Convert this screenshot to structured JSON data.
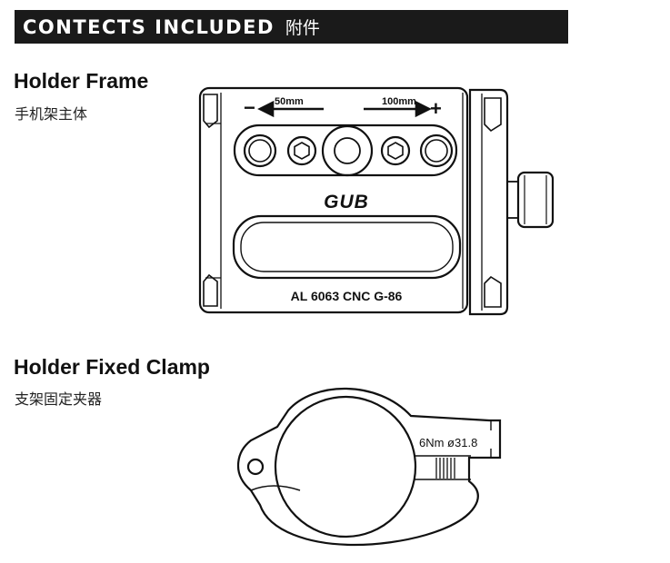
{
  "header": {
    "title": "CONTECTS INCLUDED",
    "title_cn": "附件"
  },
  "sections": {
    "holder_frame": {
      "title": "Holder Frame",
      "subtitle": "手机架主体",
      "drawing": {
        "minus_symbol": "−",
        "plus_symbol": "+",
        "left_adjust": "50mm",
        "right_adjust": "100mm",
        "brand": "GUB",
        "material": "AL 6063 CNC G-86"
      }
    },
    "fixed_clamp": {
      "title": "Holder Fixed Clamp",
      "subtitle": "支架固定夹器",
      "drawing": {
        "spec": "6Nm ø31.8"
      }
    }
  }
}
